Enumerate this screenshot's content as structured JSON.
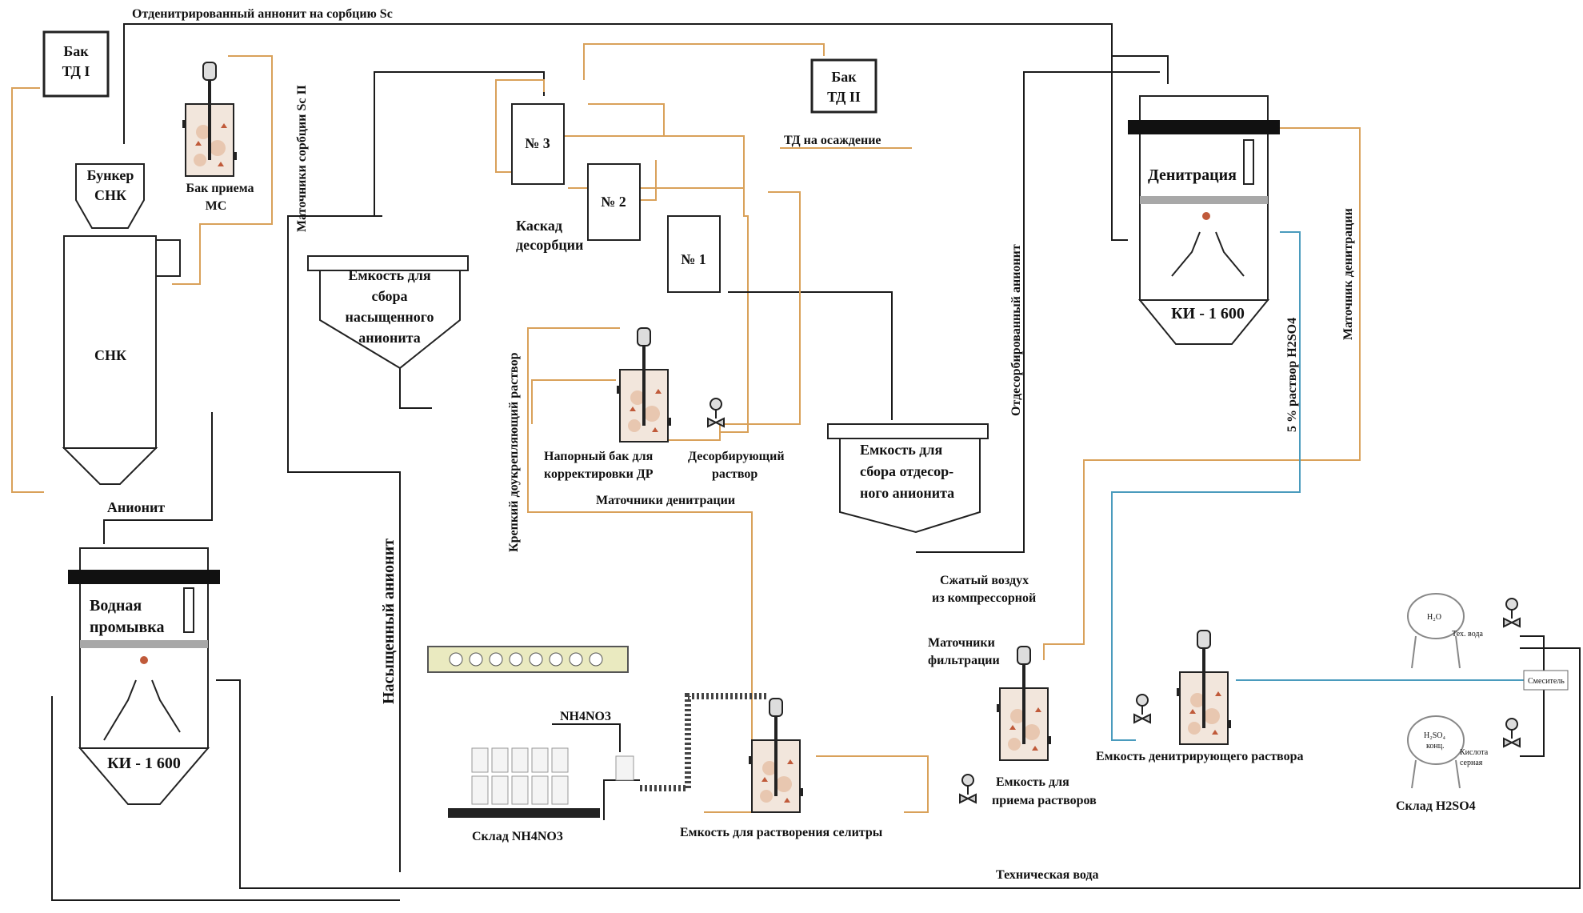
{
  "diagram": {
    "labels": {
      "top_line": "Отденитрированный аннонит на сорбцию Sc",
      "tank_td1_a": "Бак",
      "tank_td1_b": "ТД I",
      "tank_td2_a": "Бак",
      "tank_td2_b": "ТД II",
      "td_sediment": "ТД на осаждение",
      "bunker_a": "Бункер",
      "bunker_b": "СНК",
      "snk": "СНК",
      "receive_tank_a": "Бак приема",
      "receive_tank_b": "МС",
      "mother_sorption": "Маточники сорбции Sc II",
      "collect_sat_1": "Емкость для",
      "collect_sat_2": "сбора",
      "collect_sat_3": "насыщенного",
      "collect_sat_4": "анионита",
      "n3": "№ 3",
      "n2": "№ 2",
      "n1": "№ 1",
      "cascade_a": "Каскад",
      "cascade_b": "десорбции",
      "strong_solution": "Крепкий доукрепляющий раствор",
      "pressure_tank_a": "Напорный бак для",
      "pressure_tank_b": "корректировки ДР",
      "desorb_sol_a": "Десорбирующий",
      "desorb_sol_b": "раствор",
      "mother_denit_mid": "Маточники денитрации",
      "collect_desorb_1": "Емкость для",
      "collect_desorb_2": "сбора отдесор-",
      "collect_desorb_3": "ного анионита",
      "compressed_air_a": "Сжатый воздух",
      "compressed_air_b": "из компрессорной",
      "desorbed_anion": "Отдесорбированный анионит",
      "denitration": "Денитрация",
      "ki_right": "КИ - 1 600",
      "h2so4_5": "5 % раствор H2SO4",
      "mother_denit_right": "Маточник денитрации",
      "anion": "Анионит",
      "water_wash_a": "Водная",
      "water_wash_b": "промывка",
      "ki_left": "КИ - 1 600",
      "saturated_anion": "Насыщенный анионит",
      "nh4no3": "NH4NO3",
      "store_nh4no3": "Склад NH4NO3",
      "dissolve_tank": "Емкость для растворения селитры",
      "mother_filtr_a": "Маточники",
      "mother_filtr_b": "фильтрации",
      "receive_sol_a": "Емкость для",
      "receive_sol_b": "приема растворов",
      "denit_sol_tank": "Емкость денитрирующего раствора",
      "h2o": "H₂O",
      "tech_water_small": "Тех. вода",
      "mixer": "Смеситель",
      "h2so4_tank_a": "H₂SO₄",
      "h2so4_tank_b": "конц.",
      "acid_a": "Кислота",
      "acid_b": "серная",
      "store_h2so4": "Склад H2SO4",
      "tech_water": "Техническая вода"
    },
    "colors": {
      "line": "#1a1a1a",
      "orange": "#d9a15a",
      "blue": "#4a9bbd",
      "vessel_fill": "#ffffff",
      "band": "#a8a8a8",
      "mixer_fill": "#f2e6dc",
      "mixer_spot": "#c05a3a"
    }
  }
}
